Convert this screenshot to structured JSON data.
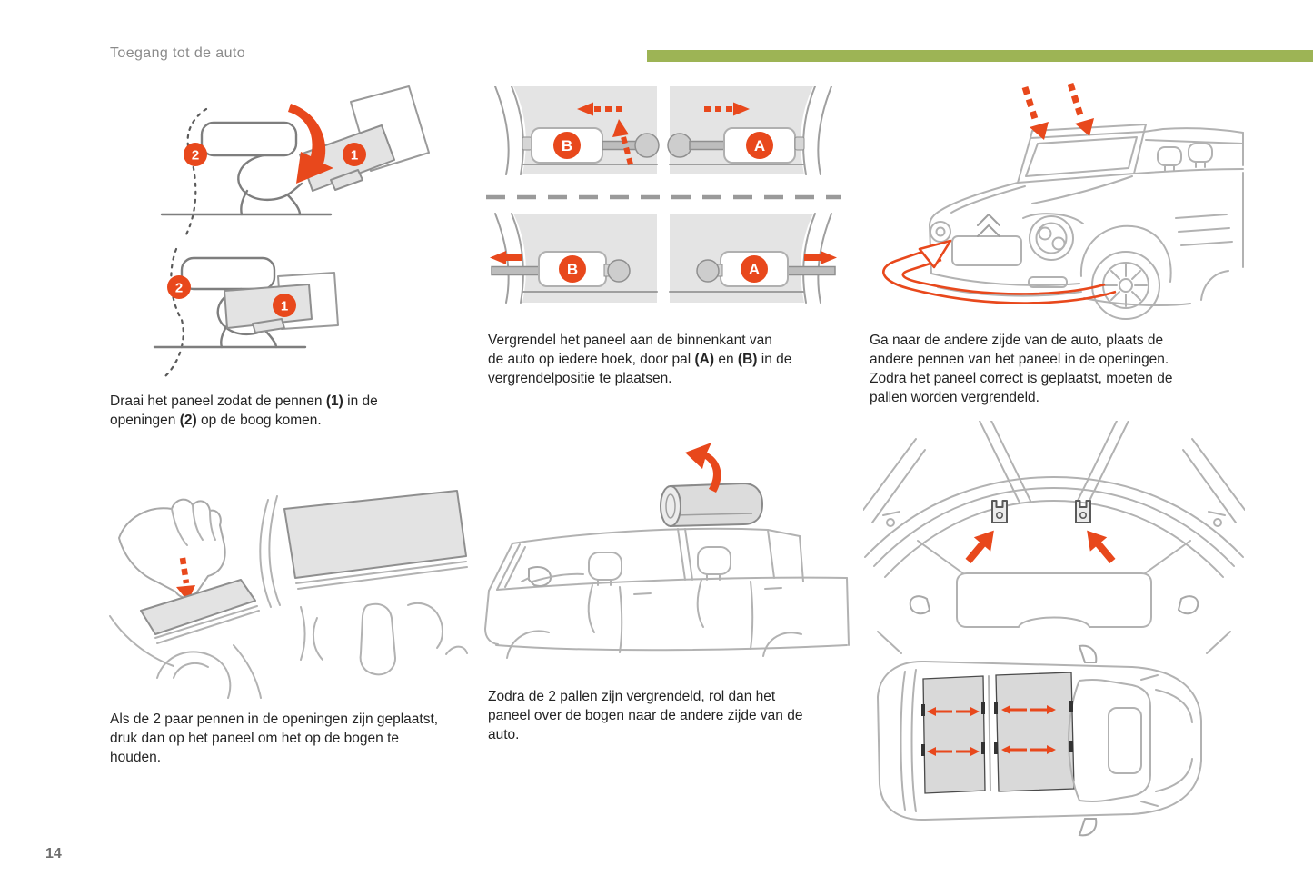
{
  "page": {
    "header_title": "Toegang tot de auto",
    "page_number": "14"
  },
  "colors": {
    "accent_green": "#9db455",
    "accent_orange": "#e8481c",
    "line_gray": "#b2b2b2",
    "panel_fill": "#e3e3e3",
    "caption_text": "#242424",
    "header_text": "#8a8a8a"
  },
  "badges": {
    "pin": "1",
    "opening": "2",
    "pal_a": "A",
    "pal_b": "B"
  },
  "captions": {
    "rotate_panel": [
      {
        "t": "Draai het paneel zodat de pennen "
      },
      {
        "t": "(1)",
        "b": true
      },
      {
        "t": " in de\nopeningen "
      },
      {
        "t": "(2)",
        "b": true
      },
      {
        "t": " op de boog komen."
      }
    ],
    "lock_pals": [
      {
        "t": "Vergrendel het paneel aan de binnenkant van\nde auto op iedere hoek, door pal "
      },
      {
        "t": "(A)",
        "b": true
      },
      {
        "t": " en "
      },
      {
        "t": "(B)",
        "b": true
      },
      {
        "t": " in de\nvergrendelpositie te plaatsen."
      }
    ],
    "other_side": [
      {
        "t": "Ga naar de andere zijde van de auto, plaats de\nandere pennen van het paneel in de openingen.\nZodra het paneel correct is geplaatst, moeten de\npallen worden vergrendeld."
      }
    ],
    "press_panel": [
      {
        "t": "Als de 2 paar pennen in de openingen zijn geplaatst,\ndruk dan op het paneel om het op de bogen te\nhouden."
      }
    ],
    "roll_panel": [
      {
        "t": "Zodra de 2 pallen zijn vergrendeld, rol dan het\npaneel over de bogen naar de andere zijde van de\nauto."
      }
    ]
  }
}
